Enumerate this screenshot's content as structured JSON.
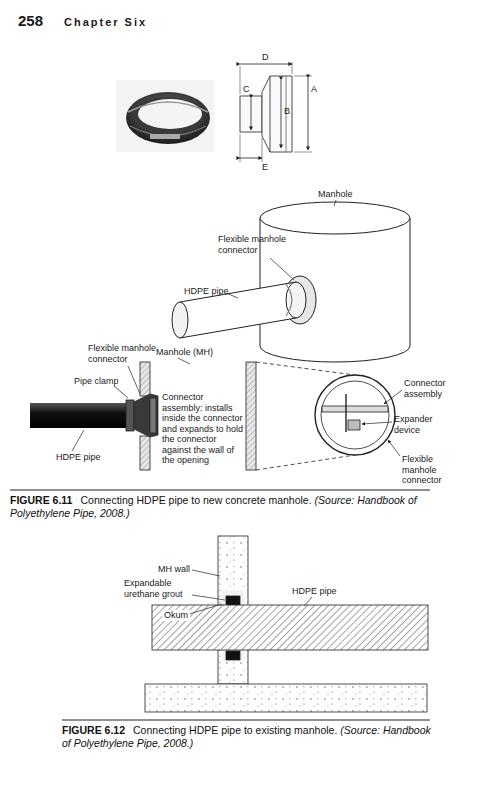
{
  "diagram": {
    "labels": [
      "258",
      "Chapter Six",
      "D",
      "C",
      "A",
      "B",
      "E",
      "Manhole",
      "Flexible manhole connector",
      "HDPE pipe",
      "Flexible manhole connector",
      "Manhole (MH)",
      "Pipe clamp",
      "Connector assembly: installs inside the connector and expands to hold the connector against the wall of the opening",
      "HDPE pipe",
      "Connector assembly",
      "Expander device",
      "Flexible manhole connector",
      "FIGURE 6.11",
      "Connecting HDPE pipe to new concrete manhole.",
      "(Source: Handbook of Polyethylene Pipe, 2008.)",
      "MH wall",
      "Expandable urethane grout",
      "HDPE pipe",
      "Okum",
      "FIGURE 6.12",
      "Connecting HDPE pipe to existing manhole.",
      "(Source: Handbook of Polyethylene Pipe, 2008.)"
    ]
  }
}
